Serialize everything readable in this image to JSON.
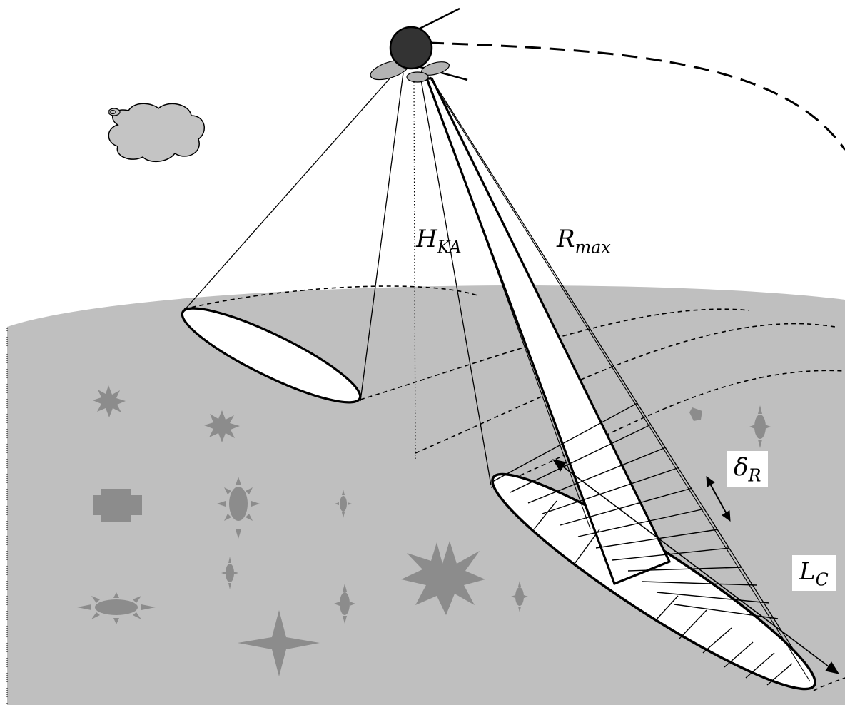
{
  "labels": {
    "h_ka": {
      "main": "H",
      "sub": "KA"
    },
    "r_max": {
      "main": "R",
      "sub": "max"
    },
    "delta_r": {
      "main": "δ",
      "sub": "R"
    },
    "l_c": {
      "main": "L",
      "sub": "C"
    }
  },
  "colors": {
    "ground": "#bfbfbf",
    "ground_objects": "#8c8c8c",
    "satellite_body": "#333333",
    "solar_panels": "#b3b3b3",
    "cloud": "#c4c4c4",
    "lines": "#000000",
    "footprint_fill": "#ffffff"
  }
}
